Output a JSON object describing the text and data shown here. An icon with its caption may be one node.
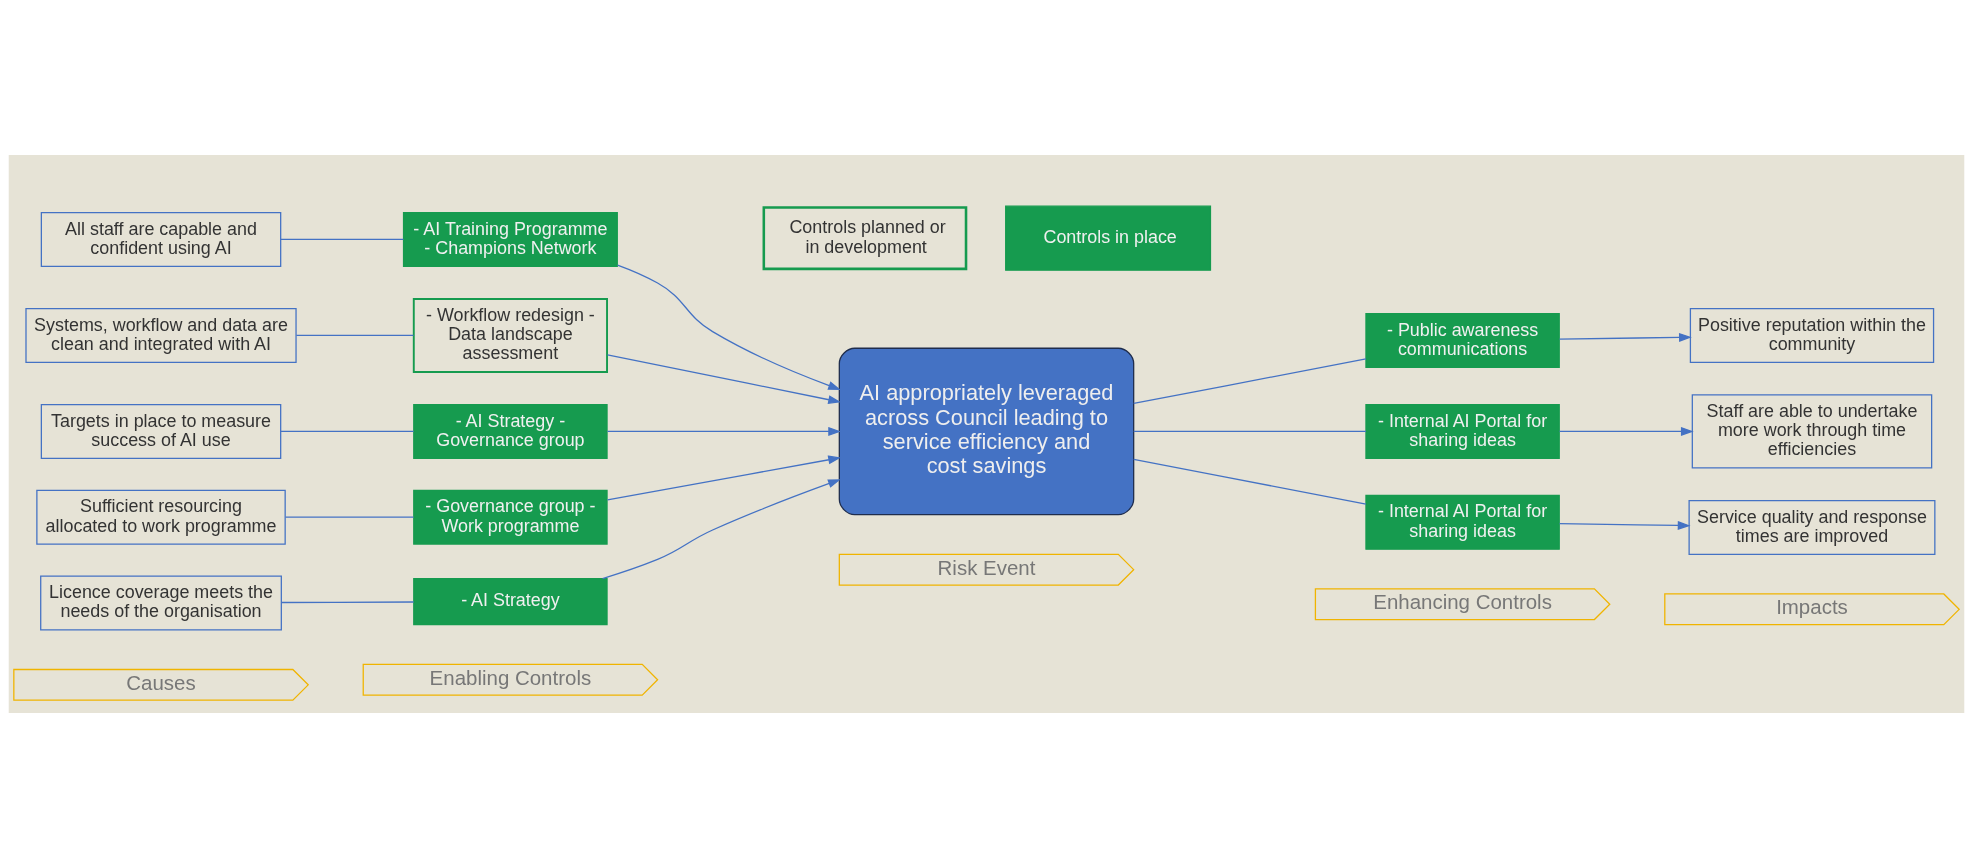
{
  "diagram": {
    "nodes": [
      {
        "text": [
          "Causes"
        ]
      },
      {
        "text": [
          "Enabling Controls"
        ]
      },
      {
        "text": [
          "Risk Event"
        ]
      },
      {
        "text": [
          "Enhancing Controls"
        ]
      },
      {
        "text": [
          "Impacts"
        ]
      },
      {
        "text": [
          "All staff are capable and confident using AI"
        ]
      },
      {
        "text": [
          "Systems, workflow and data are clean and integrated with AI"
        ]
      },
      {
        "text": [
          "Targets in place to measure success of AI use"
        ]
      },
      {
        "text": [
          "Sufficient resourcing allocated to work programme"
        ]
      },
      {
        "text": [
          "Licence coverage meets the needs of the organisation"
        ]
      },
      {
        "text": [
          "- AI Training Programme - Champions Network"
        ]
      },
      {
        "text": [
          "- Workflow redesign - Data landscape assessment"
        ]
      },
      {
        "text": [
          "- AI Strategy - Governance group"
        ]
      },
      {
        "text": [
          "- Governance group - Work programme"
        ]
      },
      {
        "text": [
          "- AI Strategy"
        ]
      },
      {
        "text": [
          "AI appropriately leveraged across Council leading to service efficiency and cost savings"
        ]
      },
      {
        "text": [
          "- Public awareness communications"
        ]
      },
      {
        "text": [
          "- Internal AI Portal for sharing ideas"
        ]
      },
      {
        "text": [
          "- Internal AI Portal for sharing ideas"
        ]
      },
      {
        "text": [
          "Positive reputation within the community"
        ]
      },
      {
        "text": [
          "Staff are able to undertake more work through time efficiencies"
        ]
      },
      {
        "text": [
          "Service quality and response times are improved"
        ]
      }
    ],
    "edges": [
      {
        "from": 5,
        "to": 10,
        "arrow": "none"
      },
      {
        "from": 6,
        "to": 11,
        "arrow": "none"
      },
      {
        "from": 7,
        "to": 12,
        "arrow": "none"
      },
      {
        "from": 8,
        "to": 13,
        "arrow": "none"
      },
      {
        "from": 9,
        "to": 14,
        "arrow": "none"
      },
      {
        "from": 10,
        "to": 15,
        "arrow": "to"
      },
      {
        "from": 11,
        "to": 15,
        "arrow": "to"
      },
      {
        "from": 12,
        "to": 15,
        "arrow": "to"
      },
      {
        "from": 13,
        "to": 15,
        "arrow": "to"
      },
      {
        "from": 14,
        "to": 15,
        "arrow": "to"
      },
      {
        "from": 15,
        "to": 16,
        "arrow": "none"
      },
      {
        "from": 15,
        "to": 17,
        "arrow": "none"
      },
      {
        "from": 15,
        "to": 18,
        "arrow": "none"
      },
      {
        "from": 16,
        "to": 19,
        "arrow": "to"
      },
      {
        "from": 17,
        "to": 20,
        "arrow": "to"
      },
      {
        "from": 18,
        "to": 21,
        "arrow": "to"
      }
    ],
    "legend": [
      {
        "text": "Controls planned or in development"
      },
      {
        "text": "Controls in place",
        "color": "#169b4f"
      }
    ]
  }
}
